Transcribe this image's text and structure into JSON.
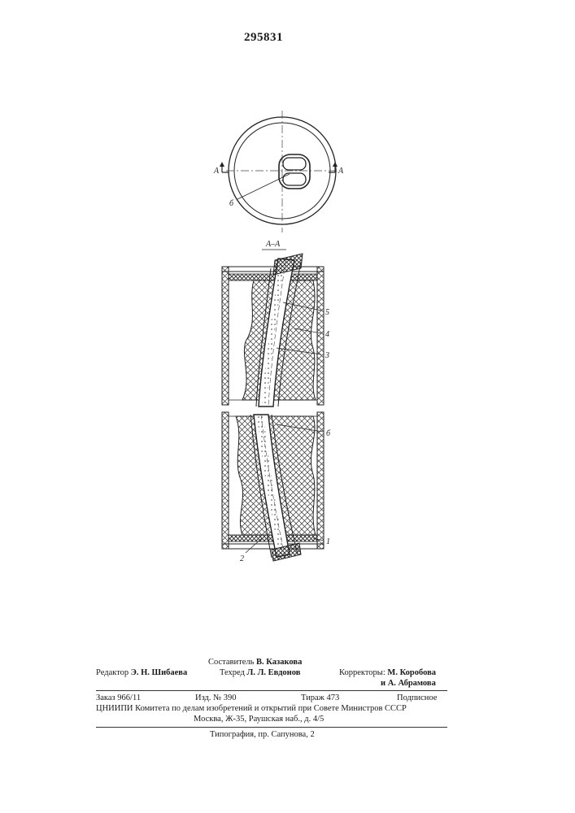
{
  "patent_number": "295831",
  "figure": {
    "section_label": "А–А",
    "section_marker_left": "А",
    "section_marker_right": "А",
    "callouts": [
      "б",
      "5",
      "4",
      "3",
      "б",
      "1",
      "2"
    ]
  },
  "imprint": {
    "compiler_label": "Составитель",
    "compiler_name": "В. Казакова",
    "editor_label": "Редактор",
    "editor_name": "Э. Н. Шибаева",
    "techred_label": "Техред",
    "techred_name": "Л. Л. Евдонов",
    "correctors_label": "Корректоры:",
    "corrector_1": "М. Коробова",
    "corrector_2_prefix": "и",
    "corrector_2": "А. Абрамова",
    "order": "Заказ 966/11",
    "edition": "Изд. № 390",
    "circulation": "Тираж 473",
    "subscription": "Подписное",
    "committee_line": "ЦНИИПИ Комитета по делам изобретений и открытий при Совете Министров СССР",
    "address_line": "Москва, Ж-35, Раушская наб., д. 4/5",
    "printer_line": "Типография, пр. Сапунова, 2"
  }
}
